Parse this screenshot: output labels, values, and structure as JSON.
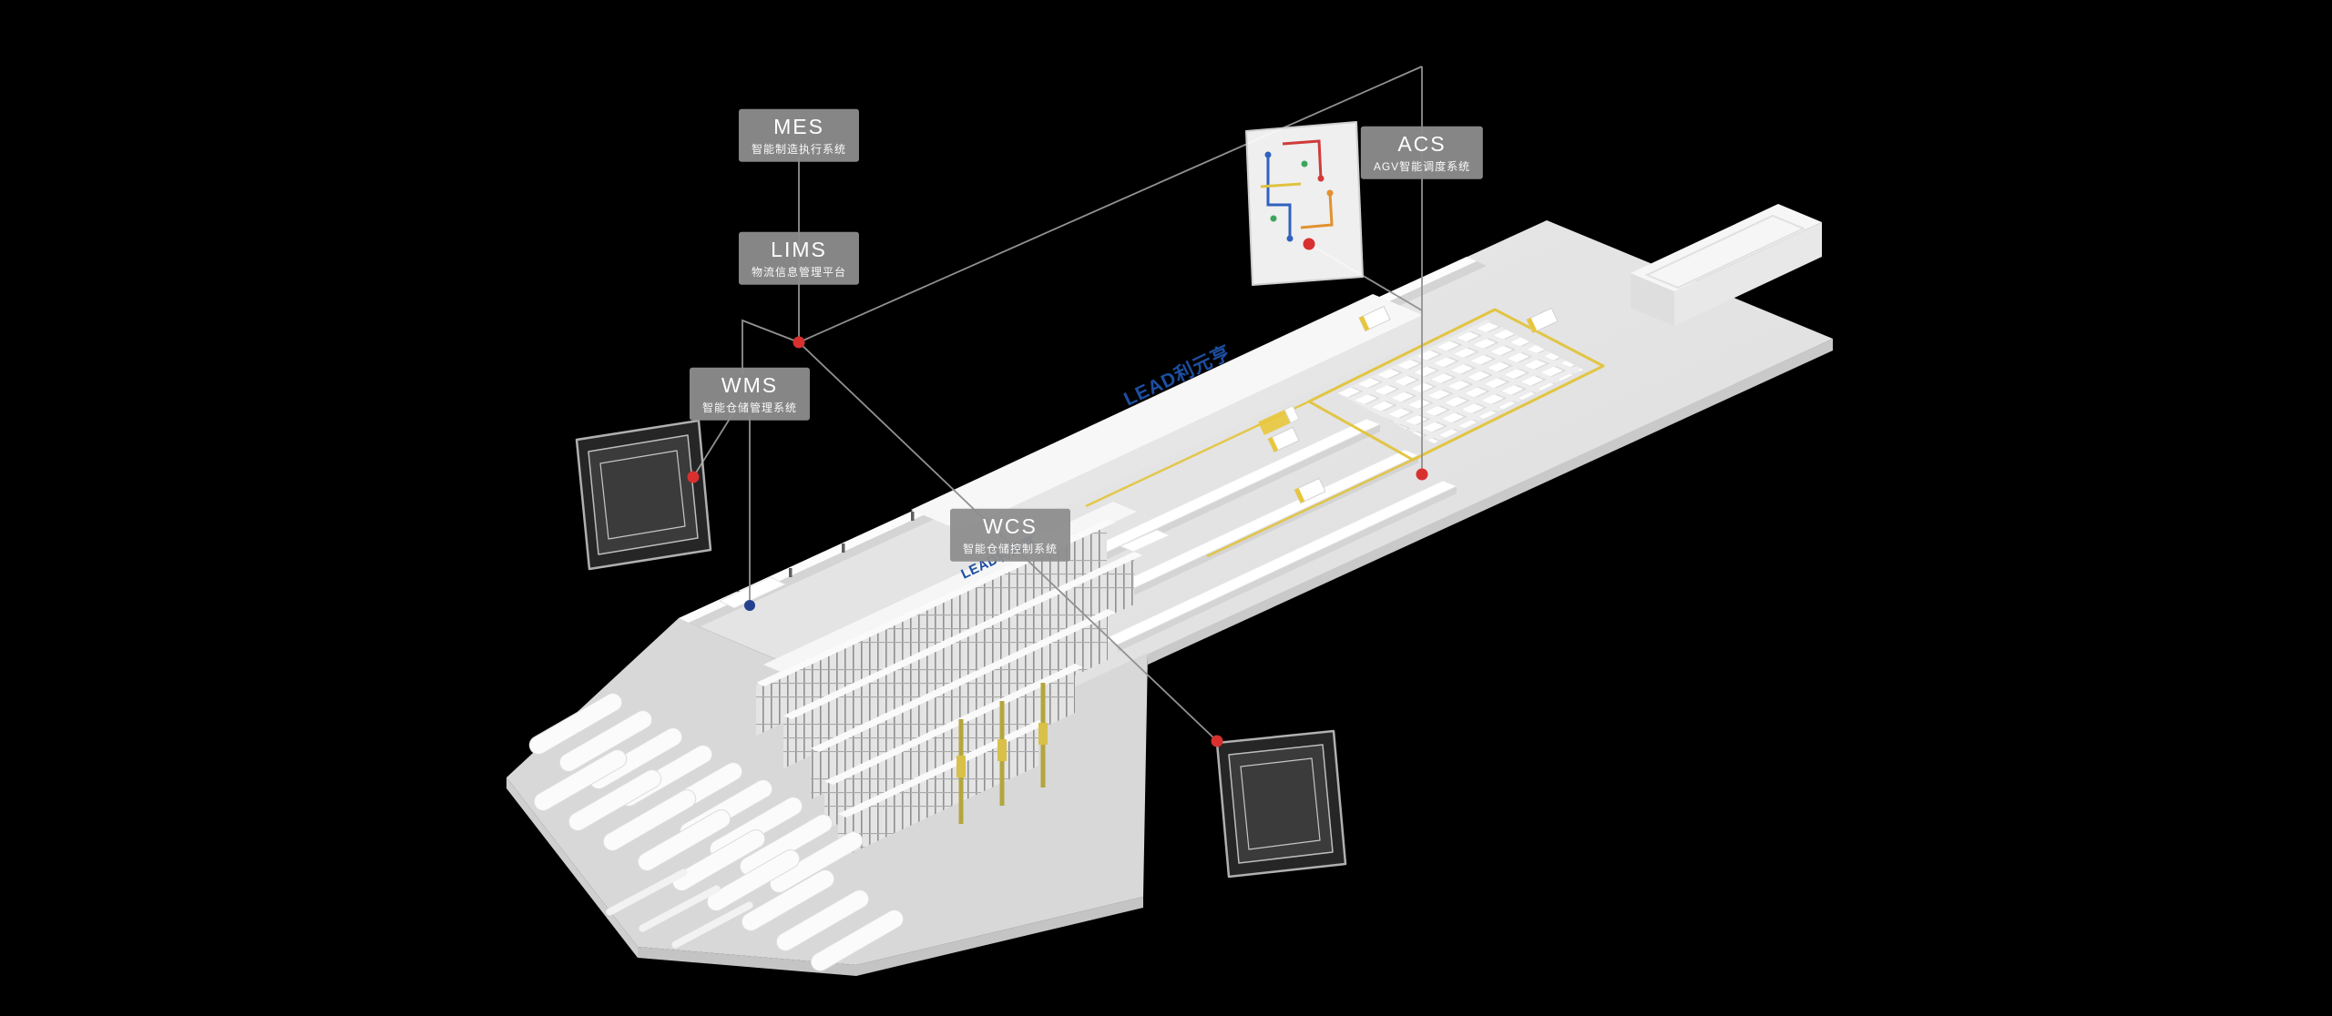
{
  "systems": [
    {
      "id": "mes",
      "title": "MES",
      "subtitle": "智能制造执行系统"
    },
    {
      "id": "lims",
      "title": "LIMS",
      "subtitle": "物流信息管理平台"
    },
    {
      "id": "wms",
      "title": "WMS",
      "subtitle": "智能仓储管理系统"
    },
    {
      "id": "wcs",
      "title": "WCS",
      "subtitle": "智能仓储控制系统"
    },
    {
      "id": "acs",
      "title": "ACS",
      "subtitle": "AGV智能调度系统"
    }
  ],
  "brand": {
    "logo_text": "LEAD利元亨"
  },
  "colors": {
    "background": "#000000",
    "label_background": "#8d8d8d",
    "label_text": "#ffffff",
    "connector_gray": "#919191",
    "node_red": "#d8302f",
    "node_blue": "#25408f",
    "agv_path_yellow": "#e2c33a",
    "logo_blue": "#1c4fa2"
  }
}
